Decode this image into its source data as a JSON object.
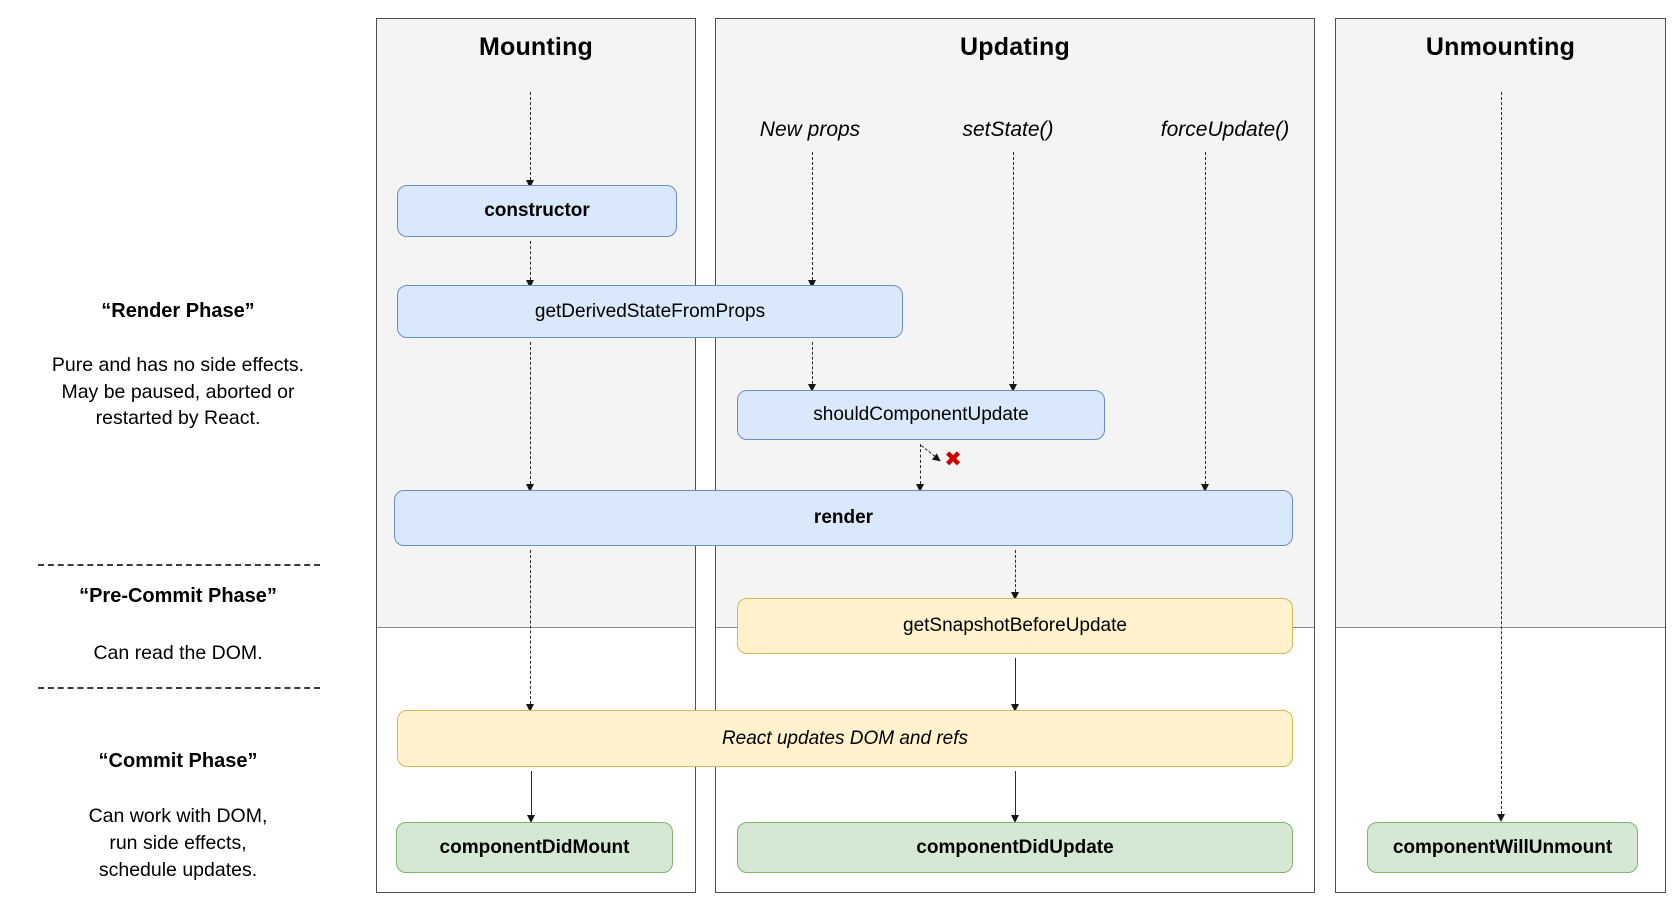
{
  "diagram": {
    "columns": {
      "mounting": {
        "label": "Mounting"
      },
      "updating": {
        "label": "Updating"
      },
      "unmounting": {
        "label": "Unmounting"
      }
    },
    "triggers": {
      "new_props": {
        "label": "New props"
      },
      "set_state": {
        "label": "setState()"
      },
      "force_update": {
        "label": "forceUpdate()"
      }
    },
    "nodes": {
      "constructor": {
        "label": "constructor"
      },
      "get_derived_state_from_props": {
        "label": "getDerivedStateFromProps"
      },
      "should_component_update": {
        "label": "shouldComponentUpdate"
      },
      "render": {
        "label": "render"
      },
      "get_snapshot_before_update": {
        "label": "getSnapshotBeforeUpdate"
      },
      "react_updates_dom_and_refs": {
        "label": "React updates DOM and refs"
      },
      "component_did_mount": {
        "label": "componentDidMount"
      },
      "component_did_update": {
        "label": "componentDidUpdate"
      },
      "component_will_unmount": {
        "label": "componentWillUnmount"
      }
    },
    "phases": {
      "render_phase": {
        "title": "“Render Phase”",
        "lines": [
          "Pure and has no side effects.",
          "May be paused, aborted or",
          "restarted by React."
        ]
      },
      "pre_commit_phase": {
        "title": "“Pre-Commit Phase”",
        "lines": [
          "Can read the DOM."
        ]
      },
      "commit_phase": {
        "title": "“Commit Phase”",
        "lines": [
          "Can work with DOM,",
          "run side effects,",
          "schedule updates."
        ]
      }
    },
    "markers": {
      "abort_cross": "✖"
    },
    "colors": {
      "lifecycle_fill": "#dae8fc",
      "lifecycle_border": "#6c8ebf",
      "side_effect_fill": "#fff2cc",
      "side_effect_border": "#d6b656",
      "commit_fill": "#d5e8d4",
      "commit_border": "#82b366",
      "phase_background": "#f4f4f4",
      "abort_red": "#cc0000"
    }
  }
}
